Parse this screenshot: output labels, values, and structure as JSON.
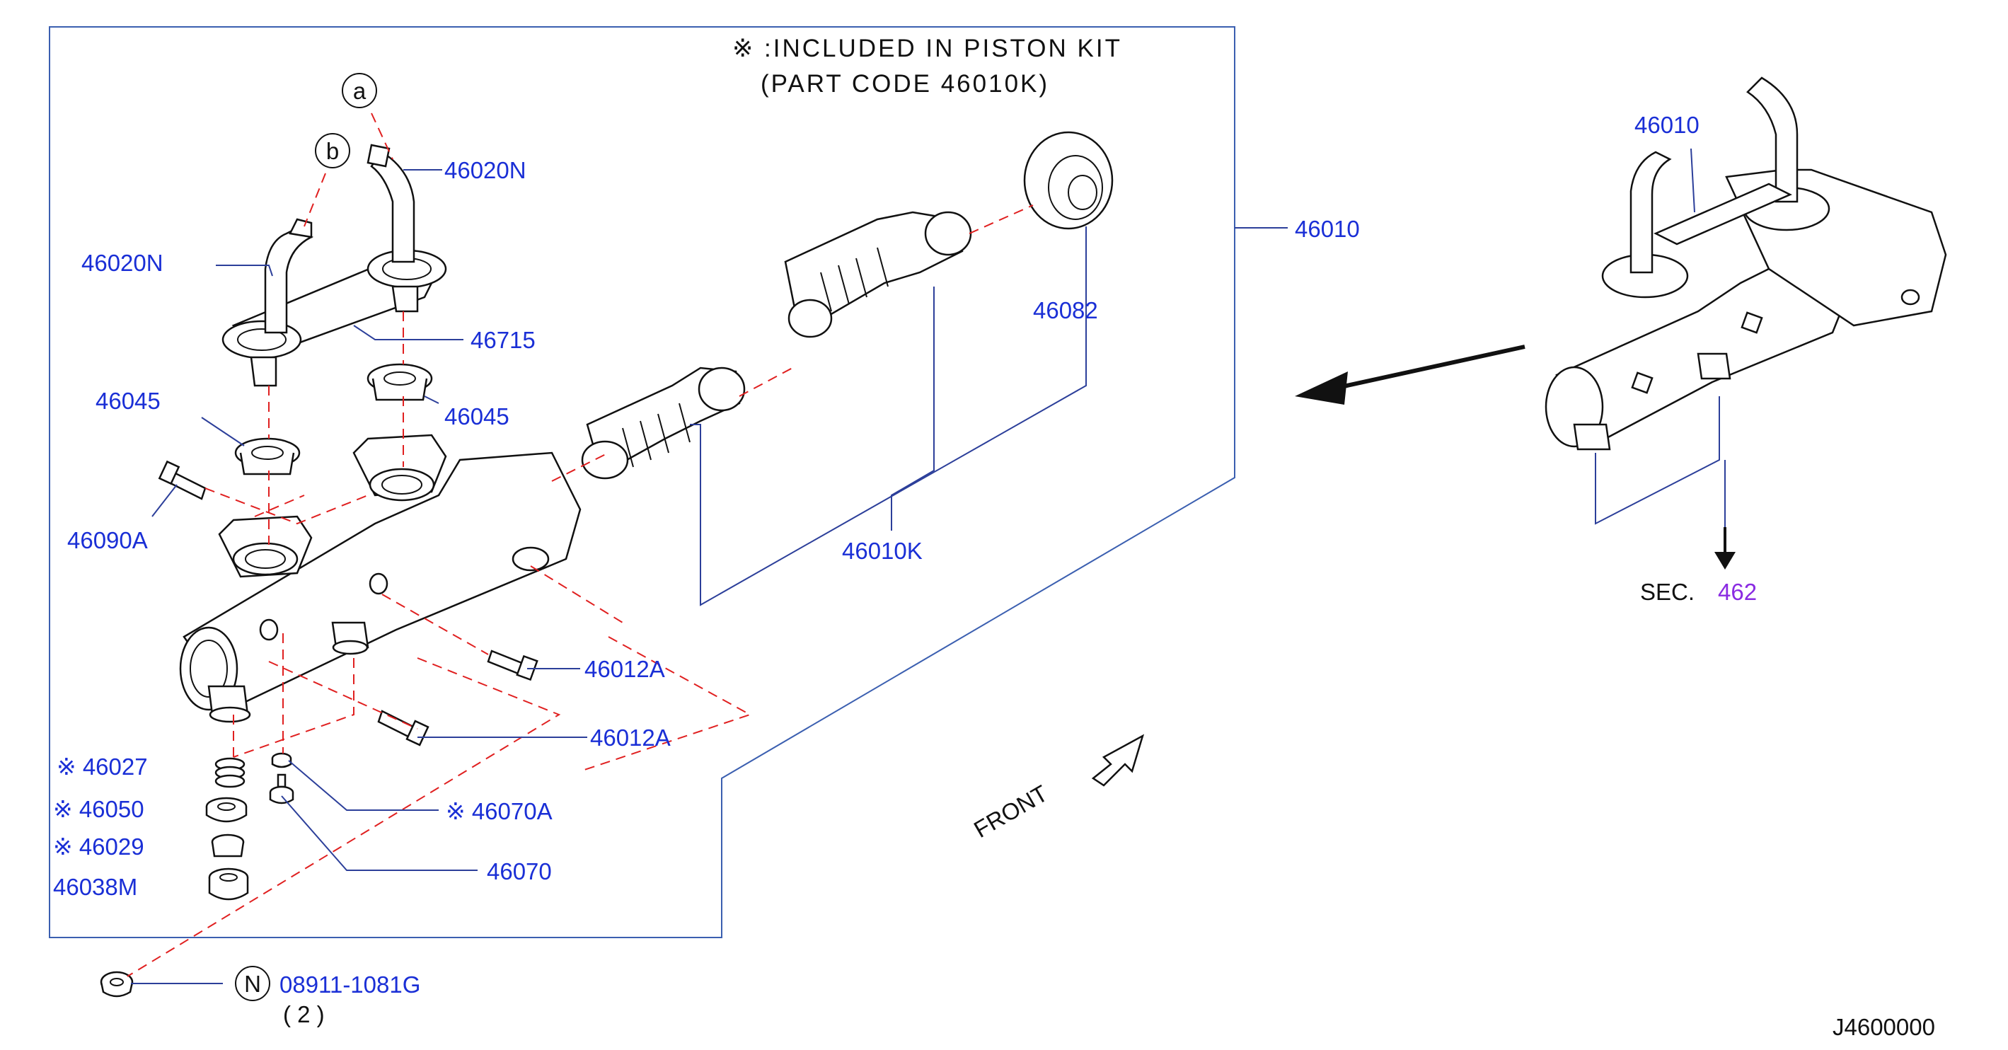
{
  "notes": {
    "line1": "※ :INCLUDED  IN  PISTON  KIT",
    "line2": "(PART  CODE  46010K)"
  },
  "callouts": {
    "a": "a",
    "b": "b",
    "n": "N"
  },
  "labels": {
    "p46020N_top": "46020N",
    "p46020N_left": "46020N",
    "p46715": "46715",
    "p46045_left": "46045",
    "p46045_right": "46045",
    "p46090A": "46090A",
    "p46012A_upper": "46012A",
    "p46012A_lower": "46012A",
    "p46027": "※ 46027",
    "p46050": "※ 46050",
    "p46029": "※ 46029",
    "p46038M": "46038M",
    "p46070A": "※ 46070A",
    "p46070": "46070",
    "p08911": "08911-1081G",
    "qty": "( 2 )",
    "p46010K": "46010K",
    "p46082": "46082",
    "p46010_main": "46010",
    "p46010_inset": "46010",
    "front": "FRONT",
    "sec_prefix": "SEC.",
    "sec_num": "462",
    "diagram_code": "J4600000"
  },
  "colors": {
    "label_blue": "#1a2fd6",
    "dash_red": "#e02020",
    "frame_blue": "#3b5fb0",
    "section_purple": "#8a2be2"
  }
}
